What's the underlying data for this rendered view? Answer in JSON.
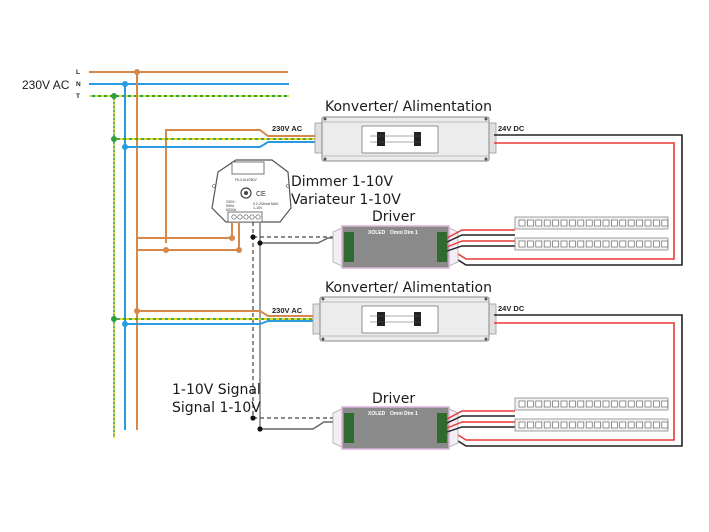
{
  "supply": {
    "label": "230V AC",
    "lines": [
      {
        "id": "L",
        "label": "L",
        "color": "#d6874a"
      },
      {
        "id": "N",
        "label": "N",
        "color": "#2a9be0"
      },
      {
        "id": "T",
        "label": "T",
        "color": "#2e9e3e",
        "alt_color": "#e8e020"
      }
    ]
  },
  "colors": {
    "dc_positive": "#e53935",
    "dc_negative": "#222222",
    "signal": "#555555",
    "driver_body": "#8a8a8a",
    "driver_terminal": "#2f6b2f",
    "driver_end": "#d8b4d8"
  },
  "converters": [
    {
      "title": "Konverter/ Alimentation",
      "input_label": "230V AC",
      "output_label": "24V DC"
    },
    {
      "title": "Konverter/ Alimentation",
      "input_label": "230V AC",
      "output_label": "24V DC"
    }
  ],
  "dimmer": {
    "title_de": "Dimmer 1-10V",
    "title_fr": "Variateur 1-10V",
    "fuse_label": "F6.3 AH/250V",
    "spec_left": [
      "230V~",
      "50Hz",
      "600VA"
    ],
    "spec_right": [
      "0.2-200mA MAX",
      "1-10V"
    ],
    "ce_mark": "CE"
  },
  "drivers": [
    {
      "title": "Driver",
      "brand": "XOLED",
      "model": "Omni Dim 1"
    },
    {
      "title": "Driver",
      "brand": "XOLED",
      "model": "Omni Dim 1"
    }
  ],
  "signal": {
    "label_line1": "1-10V Signal",
    "label_line2": "Signal 1-10V"
  },
  "led_strips": {
    "count_per_driver": 2,
    "leds_per_strip": 18
  }
}
